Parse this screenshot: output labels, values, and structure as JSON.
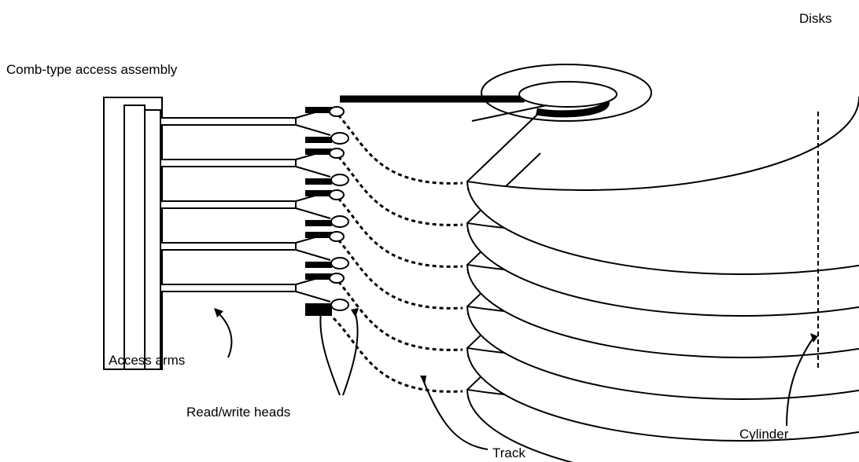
{
  "labels": {
    "disks": "Disks",
    "comb_assembly": "Comb-type access assembly",
    "access_arms": "Access arms",
    "read_write_heads": "Read/write heads",
    "track": "Track",
    "cylinder": "Cylinder"
  },
  "disk_count": 6,
  "arm_count": 5
}
